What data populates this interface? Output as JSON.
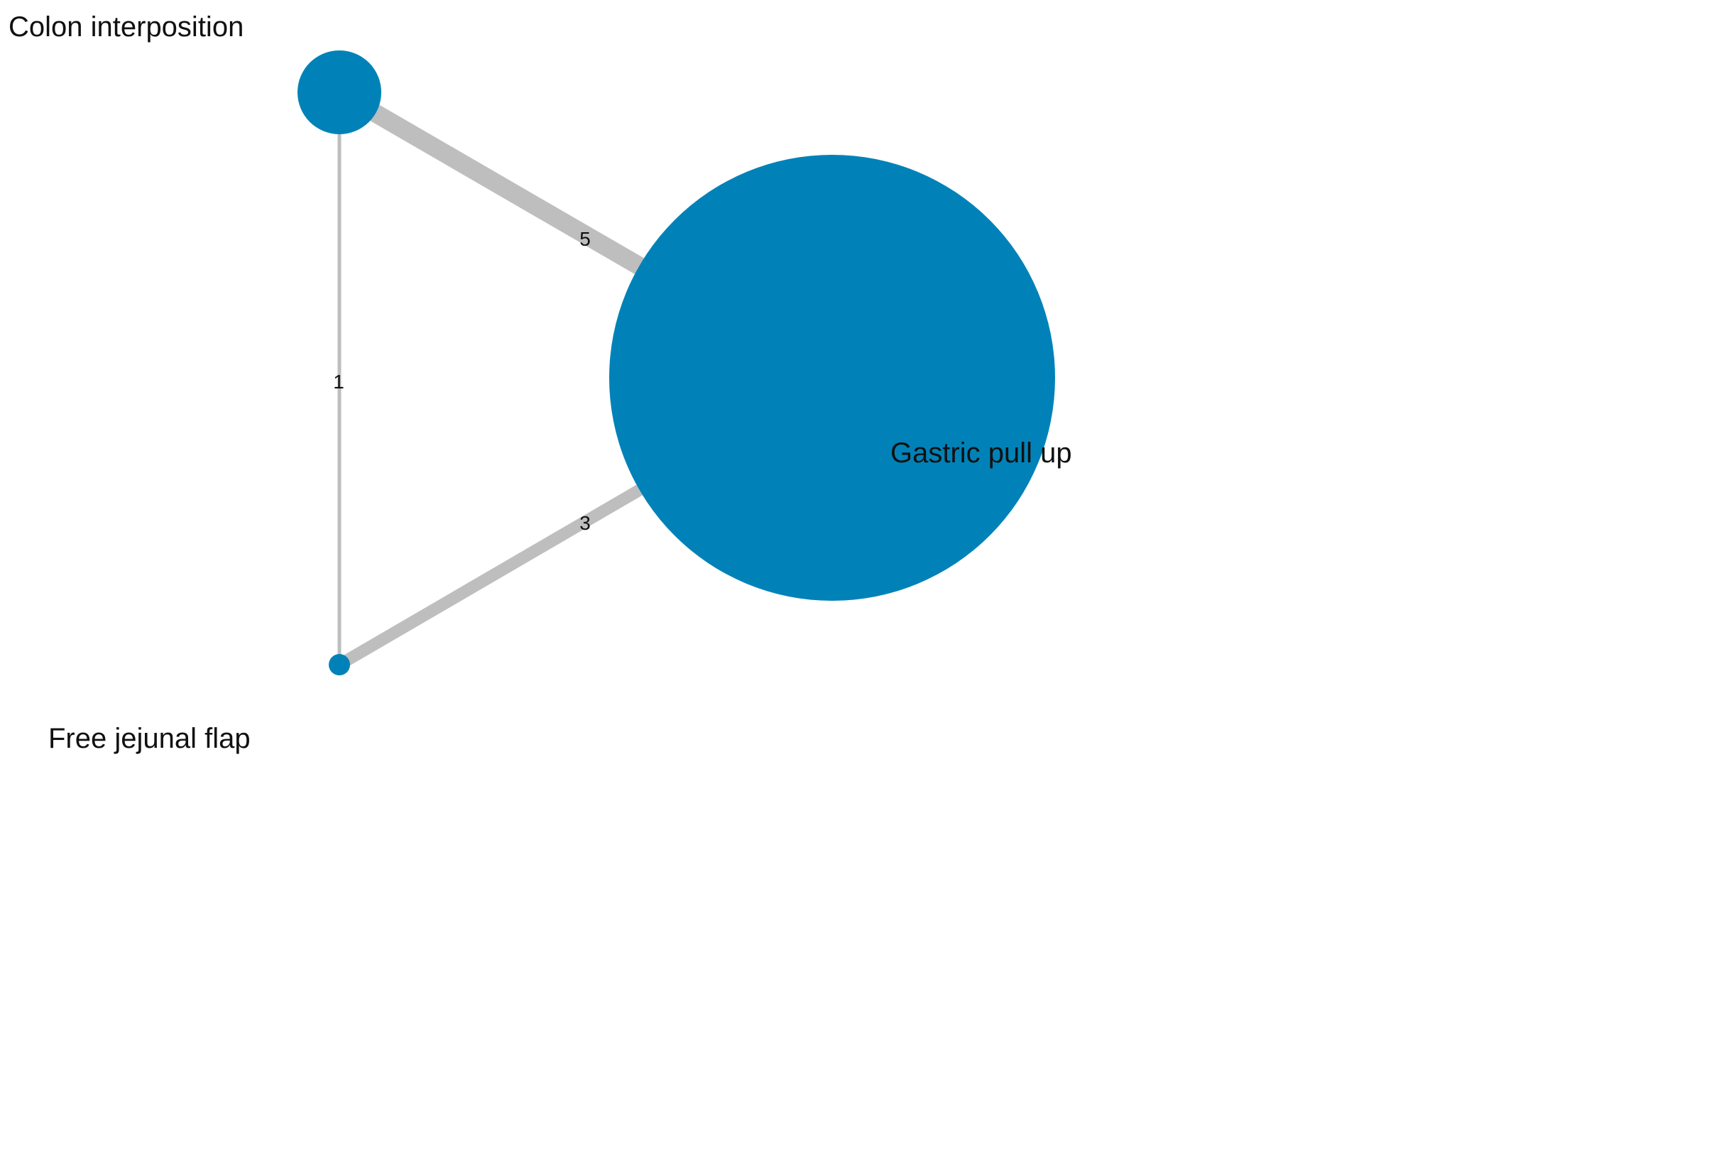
{
  "diagram": {
    "type": "network",
    "colors": {
      "node": "#0082B8",
      "edge": "#BEBEBE",
      "label": "#111111",
      "background": "#FFFFFF"
    },
    "nodes": [
      {
        "id": "colon",
        "label": "Colon interposition"
      },
      {
        "id": "gastric",
        "label": "Gastric pull up"
      },
      {
        "id": "jejunal",
        "label": "Free jejunal flap"
      }
    ],
    "edges": [
      {
        "id": "colon-gastric",
        "source": "colon",
        "target": "gastric",
        "label": "5"
      },
      {
        "id": "colon-jejunal",
        "source": "colon",
        "target": "jejunal",
        "label": "1"
      },
      {
        "id": "jejunal-gastric",
        "source": "jejunal",
        "target": "gastric",
        "label": "3"
      }
    ]
  }
}
